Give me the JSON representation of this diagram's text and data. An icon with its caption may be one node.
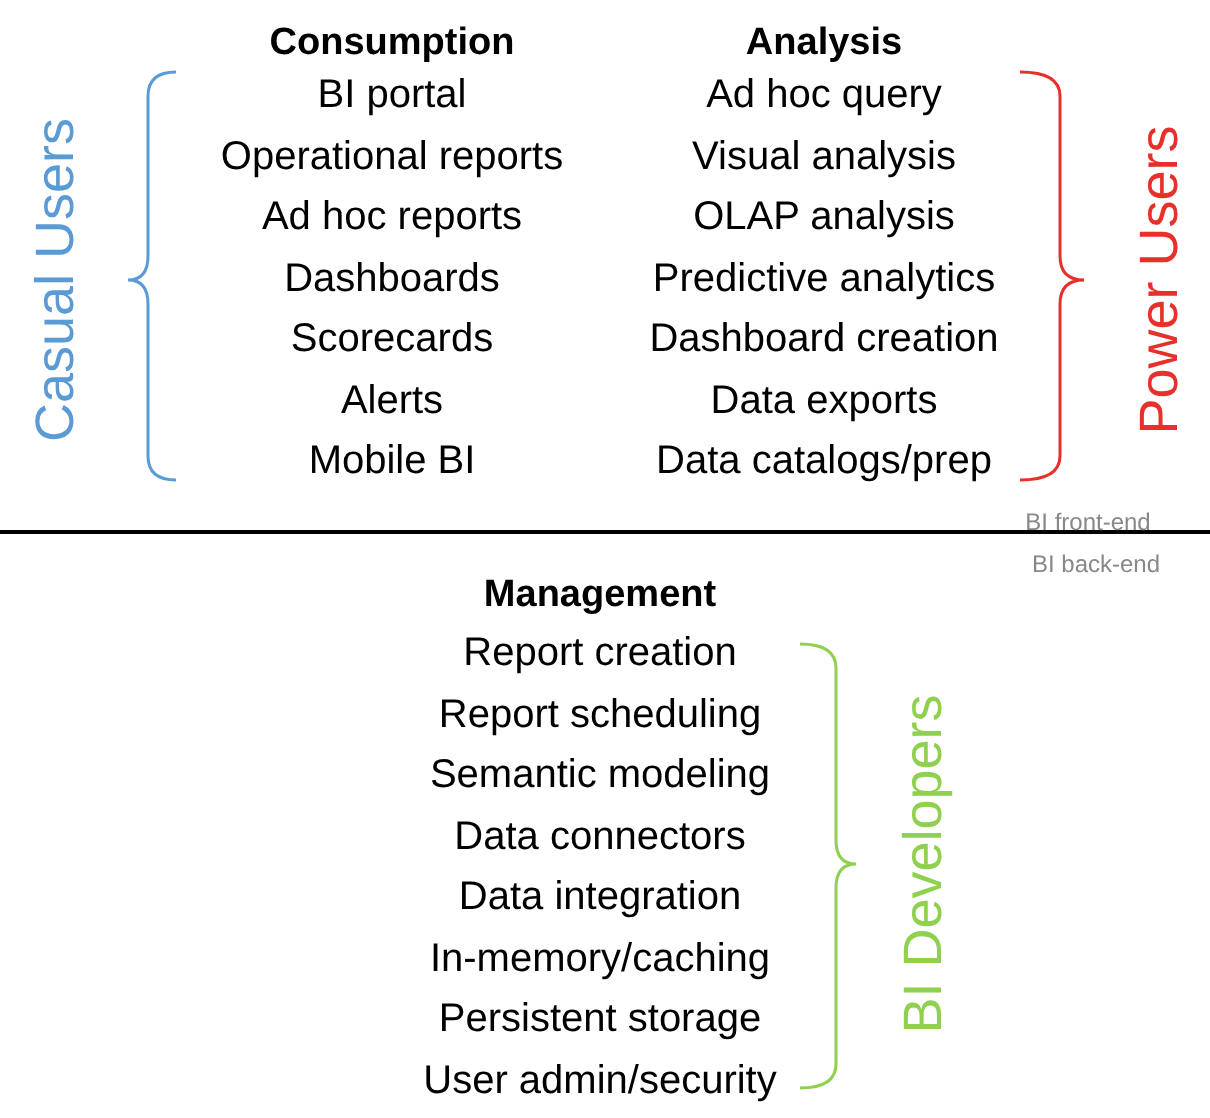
{
  "diagram": {
    "labels": [
      "Casual Users",
      "Consumption",
      "BI portal",
      "Operational reports",
      "Ad hoc reports",
      "Dashboards",
      "Scorecards",
      "Alerts",
      "Mobile BI",
      "Analysis",
      "Ad hoc query",
      "Visual analysis",
      "OLAP analysis",
      "Predictive analytics",
      "Dashboard creation",
      "Data exports",
      "Data catalogs/prep",
      "Power Users",
      "BI front-end",
      "BI back-end",
      "Management",
      "Report creation",
      "Report scheduling",
      "Semantic modeling",
      "Data connectors",
      "Data integration",
      "In-memory/caching",
      "Persistent storage",
      "User admin/security",
      "BI Developers"
    ]
  }
}
